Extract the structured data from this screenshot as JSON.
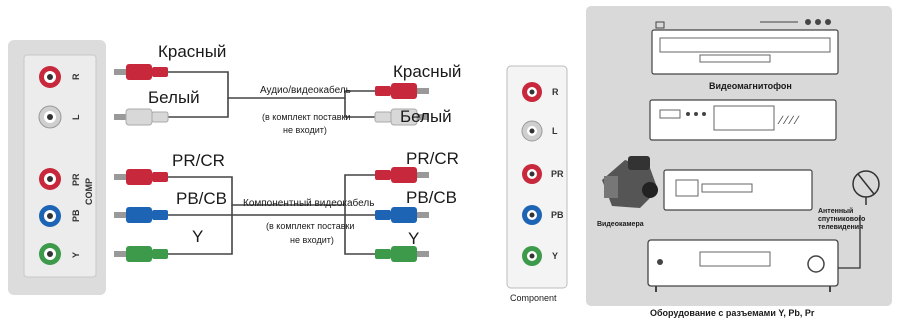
{
  "tv_panel": {
    "ports": [
      "R",
      "L",
      "PR",
      "PB",
      "Y"
    ],
    "comp_label": "COMP"
  },
  "audio_cable": {
    "left_red": "Красный",
    "left_white": "Белый",
    "right_red": "Красный",
    "right_white": "Белый",
    "name": "Аудио/видеокабель",
    "note_line1": "(в комплект поставки",
    "note_line2": "не входит)"
  },
  "component_cable": {
    "pr": "PR/CR",
    "pb": "PB/CB",
    "y": "Y",
    "name": "Компонентный видеокабель",
    "note_line1": "(в комплект поставки",
    "note_line2": "не входит)"
  },
  "component_panel": {
    "ports": [
      "R",
      "L",
      "PR",
      "PB",
      "Y"
    ],
    "caption": "Component"
  },
  "devices": {
    "vcr": "Видеомагнитофон",
    "camcorder": "Видеокамера",
    "satellite_line1": "Антенный",
    "satellite_line2": "спутникового",
    "satellite_line3": "телевидения",
    "footer": "Оборудование с разъемами Y, Pb, Pr"
  },
  "colors": {
    "red": "#c8283c",
    "white": "#d8d8d8",
    "blue": "#1e64b4",
    "green": "#3c9a4a",
    "panel": "#d9d9d9"
  }
}
